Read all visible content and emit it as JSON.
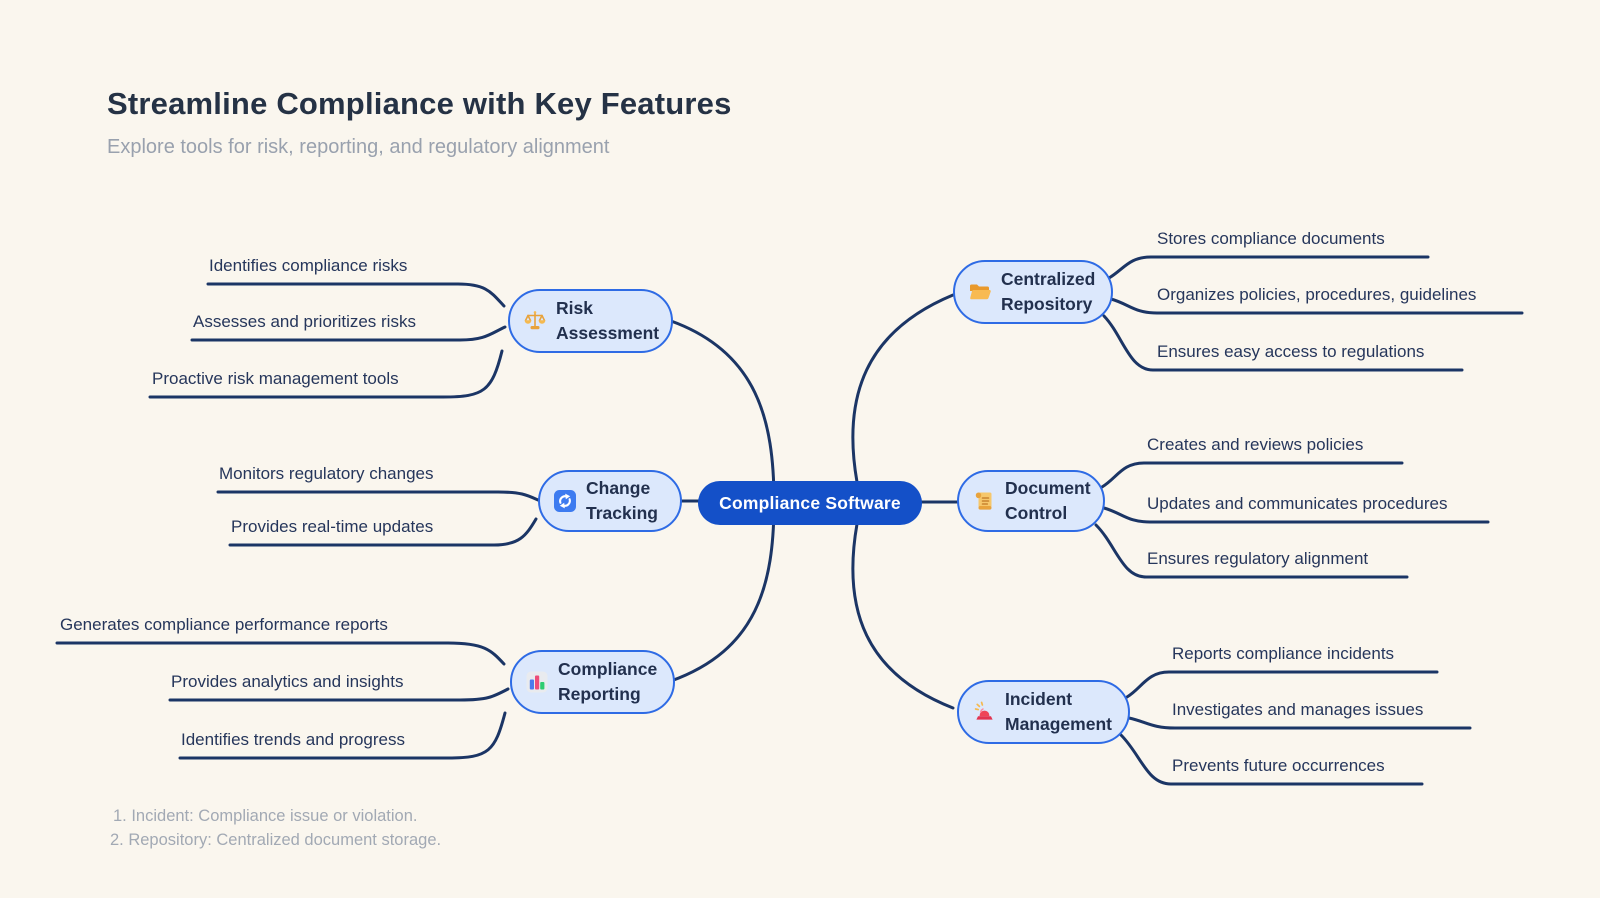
{
  "header": {
    "title": "Streamline Compliance with Key Features",
    "subtitle": "Explore tools for risk, reporting, and regulatory alignment"
  },
  "center": {
    "label": "Compliance Software"
  },
  "branches": [
    {
      "label": "Risk Assessment",
      "icon": "balance-scale-icon",
      "leaves": [
        "Identifies compliance risks",
        "Assesses and prioritizes risks",
        "Proactive risk management tools"
      ]
    },
    {
      "label": "Change Tracking",
      "icon": "counterclockwise-arrows-icon",
      "leaves": [
        "Monitors regulatory changes",
        "Provides real-time updates"
      ]
    },
    {
      "label": "Compliance Reporting",
      "icon": "bar-chart-icon",
      "leaves": [
        "Generates compliance performance reports",
        "Provides analytics and insights",
        "Identifies trends and progress"
      ]
    },
    {
      "label": "Centralized Repository",
      "icon": "open-folder-icon",
      "leaves": [
        "Stores compliance documents",
        "Organizes policies, procedures, guidelines",
        "Ensures easy access to regulations"
      ]
    },
    {
      "label": "Document Control",
      "icon": "scroll-icon",
      "leaves": [
        "Creates and reviews policies",
        "Updates and communicates procedures",
        "Ensures regulatory alignment"
      ]
    },
    {
      "label": "Incident Management",
      "icon": "siren-icon",
      "leaves": [
        "Reports compliance incidents",
        "Investigates and manages issues",
        "Prevents future occurrences"
      ]
    }
  ],
  "footnotes": [
    "1. Incident: Compliance issue or violation.",
    "2. Repository: Centralized document storage."
  ],
  "colors": {
    "background": "#FAF6EE",
    "center_fill": "#1450C8",
    "node_fill": "#DCE8FC",
    "node_border": "#2E6BE5",
    "connector": "#1B3565",
    "text_dark": "#253245",
    "text_leaf": "#26365B",
    "text_muted": "#9AA2AF"
  }
}
